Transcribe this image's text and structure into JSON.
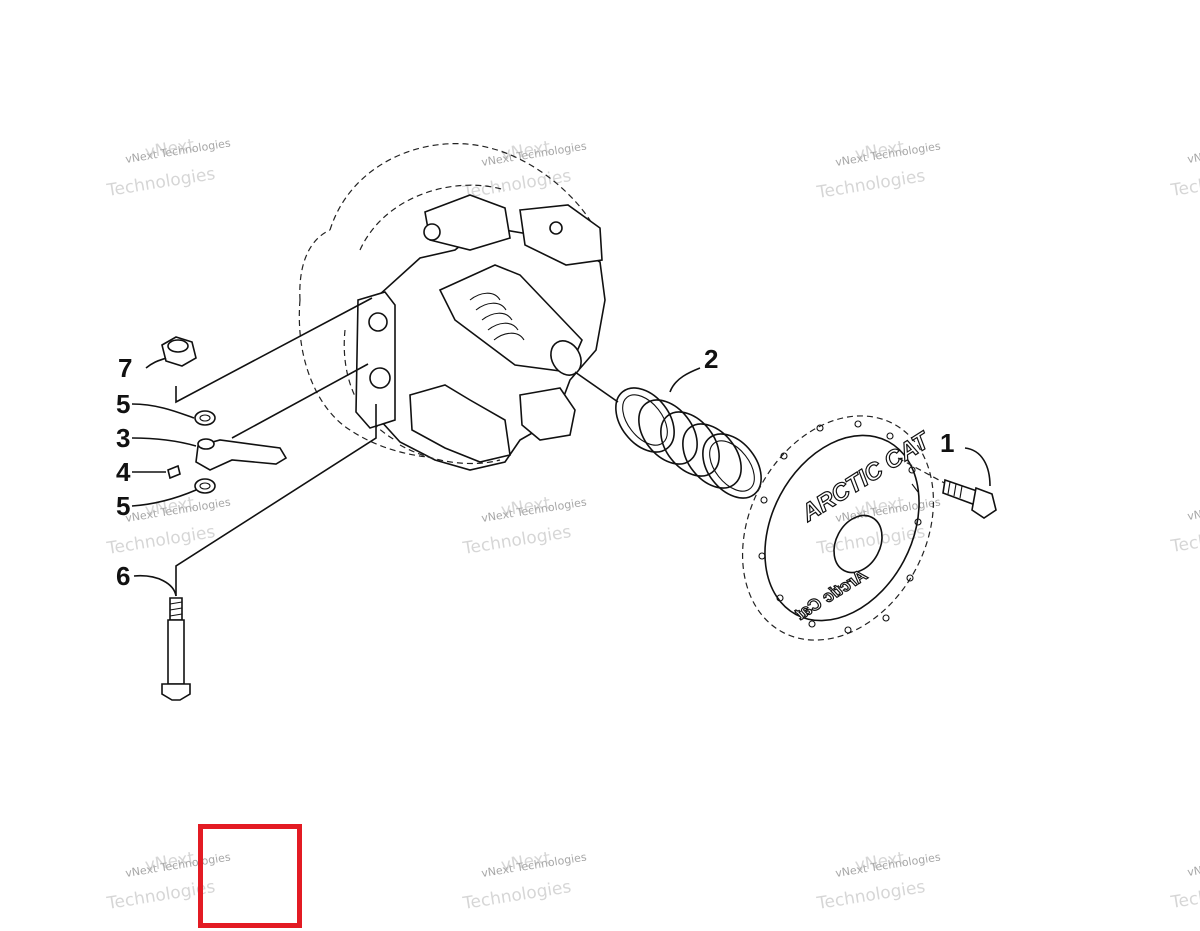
{
  "diagram": {
    "logo_text": "ARCTIC CAT",
    "logo_mirrored_text": "Arctic Cat",
    "callouts": [
      {
        "id": "1",
        "label": "1"
      },
      {
        "id": "2",
        "label": "2"
      },
      {
        "id": "3",
        "label": "3"
      },
      {
        "id": "4",
        "label": "4"
      },
      {
        "id": "5a",
        "label": "5"
      },
      {
        "id": "5b",
        "label": "5"
      },
      {
        "id": "6",
        "label": "6"
      },
      {
        "id": "7",
        "label": "7"
      }
    ]
  },
  "watermarks": {
    "line1": "vNext Technologies",
    "line2_a": "vNext",
    "line2_b": "Technologies"
  },
  "colors": {
    "selection_box": "#e31b23",
    "line_art": "#111111"
  }
}
